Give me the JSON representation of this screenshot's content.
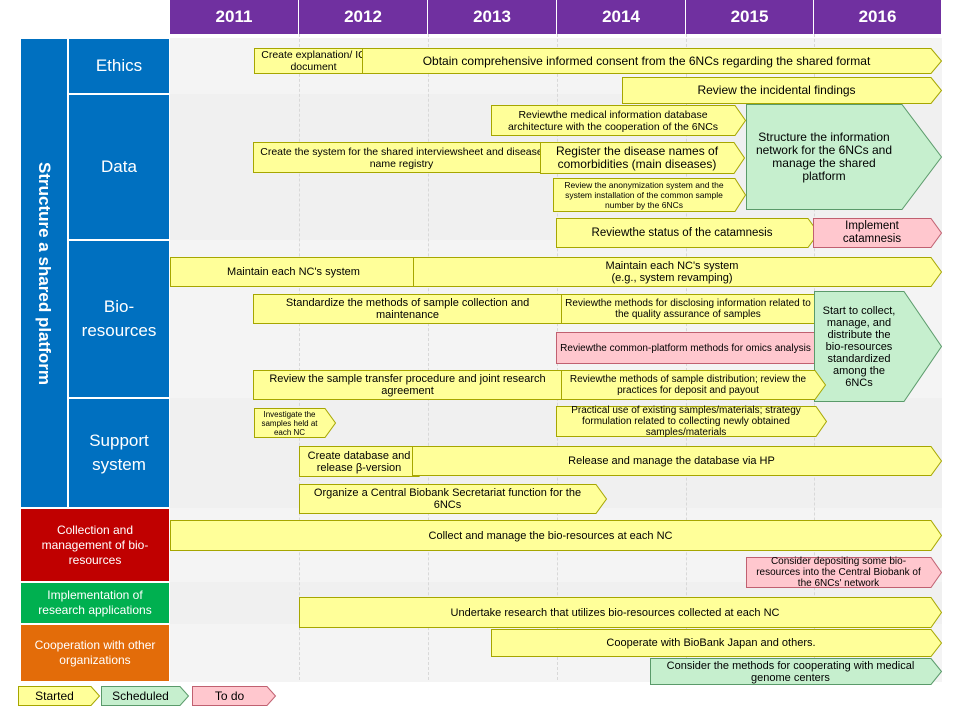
{
  "years": [
    "2011",
    "2012",
    "2013",
    "2014",
    "2015",
    "2016"
  ],
  "colors": {
    "header": "#7030a0",
    "blue": "#0070c0",
    "red": "#c00000",
    "green": "#00b050",
    "orange": "#e36c09",
    "yellow": "#ffff99",
    "scheduled": "#c6efce",
    "todo": "#ffc7ce"
  },
  "main_label": "Structure a shared platform",
  "sections": {
    "ethics": "Ethics",
    "data": "Data",
    "bio": "Bio-\nresources",
    "support": "Support\nsystem"
  },
  "categories": {
    "collection": "Collection and management of bio-resources",
    "implementation": "Implementation of research applications",
    "cooperation": "Cooperation with other organizations"
  },
  "bars": [
    {
      "id": "b1",
      "text": "Create explanation/ IC document",
      "status": "started"
    },
    {
      "id": "b2",
      "text": "Obtain comprehensive informed consent from the 6NCs regarding the shared format",
      "status": "started"
    },
    {
      "id": "b3",
      "text": "Review the incidental findings",
      "status": "started"
    },
    {
      "id": "b4",
      "text": "Reviewthe medical information database architecture with the cooperation of the 6NCs",
      "status": "started"
    },
    {
      "id": "b5",
      "text": "Create the system for the shared interviewsheet and disease name registry",
      "status": "started"
    },
    {
      "id": "b6",
      "text": "Register the disease names of comorbidities (main diseases)",
      "status": "started"
    },
    {
      "id": "b7",
      "text": "Review the anonymization system and the system installation of the common sample number by the 6NCs",
      "status": "started"
    },
    {
      "id": "b8",
      "text": "Structure the information network for the 6NCs and manage the shared platform",
      "status": "scheduled"
    },
    {
      "id": "b9",
      "text": "Reviewthe status of the catamnesis",
      "status": "started"
    },
    {
      "id": "b10",
      "text": "Implement catamnesis",
      "status": "todo"
    },
    {
      "id": "b11",
      "text": "Maintain each NC's system",
      "status": "started"
    },
    {
      "id": "b12",
      "text": "Maintain each NC's system\n(e.g., system revamping)",
      "status": "started"
    },
    {
      "id": "b13",
      "text": "Standardize the methods of sample collection and maintenance",
      "status": "started"
    },
    {
      "id": "b14",
      "text": "Reviewthe methods for disclosing information related to the quality assurance of samples",
      "status": "started"
    },
    {
      "id": "b15",
      "text": "Reviewthe common-platform methods for omics analysis",
      "status": "todo"
    },
    {
      "id": "b16",
      "text": "Start to collect, manage, and distribute the bio-resources standardized among the 6NCs",
      "status": "scheduled"
    },
    {
      "id": "b17",
      "text": "Review the sample transfer procedure and joint research agreement",
      "status": "started"
    },
    {
      "id": "b18",
      "text": "Reviewthe methods of sample distribution; review the practices for deposit and payout",
      "status": "started"
    },
    {
      "id": "b19",
      "text": "Investigate the samples held at each NC",
      "status": "started"
    },
    {
      "id": "b20",
      "text": "Practical use of existing samples/materials; strategy formulation related to collecting newly obtained samples/materials",
      "status": "started"
    },
    {
      "id": "b21",
      "text": "Create database and release β-version",
      "status": "started"
    },
    {
      "id": "b22",
      "text": "Release and manage the database via HP",
      "status": "started"
    },
    {
      "id": "b23",
      "text": "Organize a Central Biobank Secretariat function for the 6NCs",
      "status": "started"
    },
    {
      "id": "b24",
      "text": "Collect and manage the bio-resources at each NC",
      "status": "started"
    },
    {
      "id": "b25",
      "text": "Consider depositing some bio-resources into the Central Biobank of the 6NCs' network",
      "status": "todo"
    },
    {
      "id": "b26",
      "text": "Undertake research that utilizes bio-resources collected at each NC",
      "status": "started"
    },
    {
      "id": "b27",
      "text": "Cooperate with BioBank Japan and others.",
      "status": "started"
    },
    {
      "id": "b28",
      "text": "Consider the methods for cooperating with medical genome centers",
      "status": "scheduled"
    }
  ],
  "legend": [
    {
      "label": "Started",
      "status": "started"
    },
    {
      "label": "Scheduled",
      "status": "scheduled"
    },
    {
      "label": "To do",
      "status": "todo"
    }
  ]
}
